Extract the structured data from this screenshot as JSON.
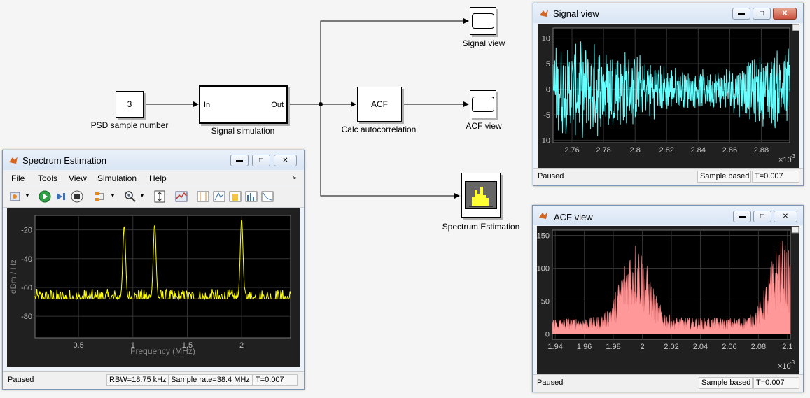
{
  "diagram": {
    "const_block": {
      "value": "3",
      "label": "PSD sample number"
    },
    "subsystem": {
      "label": "Signal simulation",
      "in_port": "In",
      "out_port": "Out"
    },
    "acf_block": {
      "text": "ACF",
      "label": "Calc autocorrelation"
    },
    "scope_signal": {
      "label": "Signal view"
    },
    "scope_acf": {
      "label": "ACF view"
    },
    "spectrum_block": {
      "label": "Spectrum Estimation"
    }
  },
  "spectrum_window": {
    "title": "Spectrum Estimation",
    "menu": [
      "File",
      "Tools",
      "View",
      "Simulation",
      "Help"
    ],
    "status": {
      "state": "Paused",
      "rbw": "RBW=18.75 kHz",
      "sample_rate": "Sample rate=38.4 MHz",
      "time": "T=0.007"
    },
    "xlabel": "Frequency (MHz)",
    "ylabel": "dBm / Hz",
    "trace_color": "#ffff00"
  },
  "signal_window": {
    "title": "Signal view",
    "status": {
      "state": "Paused",
      "mode": "Sample based",
      "time": "T=0.007"
    },
    "exponent": "×10",
    "exponent_power": "-3",
    "trace_color": "#66ffff"
  },
  "acf_window": {
    "title": "ACF view",
    "status": {
      "state": "Paused",
      "mode": "Sample based",
      "time": "T=0.007"
    },
    "exponent": "×10",
    "exponent_power": "-3",
    "trace_color": "#ff9999"
  },
  "chart_data": [
    {
      "type": "line",
      "title": "",
      "xlabel": "Frequency (MHz)",
      "ylabel": "dBm / Hz",
      "xlim": [
        0.1,
        2.45
      ],
      "ylim": [
        -95,
        -10
      ],
      "x_ticks": [
        0.5,
        1,
        1.5,
        2
      ],
      "x_tick_labels": [
        "0.5",
        "1",
        "1.5",
        "2"
      ],
      "y_ticks": [
        -20,
        -40,
        -60,
        -80
      ],
      "y_tick_labels": [
        "-20",
        "-40",
        "-60",
        "-80"
      ],
      "grid": true,
      "peaks": [
        {
          "x": 0.92,
          "y": -17
        },
        {
          "x": 1.2,
          "y": -16
        },
        {
          "x": 2.0,
          "y": -12
        }
      ],
      "noise_floor": -68
    },
    {
      "type": "line",
      "title": "",
      "xlabel": "",
      "ylabel": "",
      "xlim": [
        2.748,
        2.898
      ],
      "ylim": [
        -10.5,
        12
      ],
      "x_ticks": [
        2.76,
        2.78,
        2.8,
        2.82,
        2.84,
        2.86,
        2.88
      ],
      "x_tick_labels": [
        "2.76",
        "2.78",
        "2.8",
        "2.82",
        "2.84",
        "2.86",
        "2.88"
      ],
      "y_ticks": [
        10,
        5,
        0,
        -5,
        -10
      ],
      "y_tick_labels": [
        "10",
        "5",
        "0",
        "-5",
        "-10"
      ],
      "grid": true,
      "envelope_peak": 10,
      "envelope_min": 4
    },
    {
      "type": "area",
      "title": "",
      "xlabel": "",
      "ylabel": "",
      "xlim": [
        1.938,
        2.102
      ],
      "ylim": [
        -8,
        158
      ],
      "x_ticks": [
        1.94,
        1.96,
        1.98,
        2,
        2.02,
        2.04,
        2.06,
        2.08,
        2.1
      ],
      "x_tick_labels": [
        "1.94",
        "1.96",
        "1.98",
        "2",
        "2.02",
        "2.04",
        "2.06",
        "2.08",
        "2.1"
      ],
      "y_ticks": [
        0,
        50,
        100,
        150
      ],
      "y_tick_labels": [
        "0",
        "50",
        "100",
        "150"
      ],
      "grid": true,
      "peak_value": 150
    }
  ]
}
